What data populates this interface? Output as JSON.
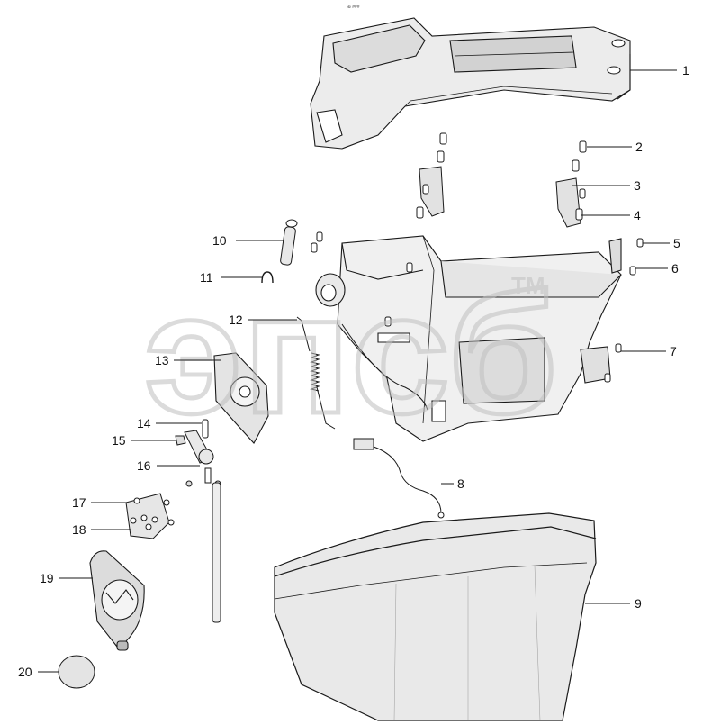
{
  "header_mark": "№ ###",
  "watermark": {
    "text": "эпсб",
    "tm": "TM"
  },
  "callouts": [
    {
      "id": "1",
      "label": "1"
    },
    {
      "id": "2",
      "label": "2"
    },
    {
      "id": "3",
      "label": "3"
    },
    {
      "id": "4",
      "label": "4"
    },
    {
      "id": "5",
      "label": "5"
    },
    {
      "id": "6",
      "label": "6"
    },
    {
      "id": "7",
      "label": "7"
    },
    {
      "id": "8",
      "label": "8"
    },
    {
      "id": "9",
      "label": "9"
    },
    {
      "id": "10",
      "label": "10"
    },
    {
      "id": "11",
      "label": "11"
    },
    {
      "id": "12",
      "label": "12"
    },
    {
      "id": "13",
      "label": "13"
    },
    {
      "id": "14",
      "label": "14"
    },
    {
      "id": "15",
      "label": "15"
    },
    {
      "id": "16",
      "label": "16"
    },
    {
      "id": "17",
      "label": "17"
    },
    {
      "id": "18",
      "label": "18"
    },
    {
      "id": "19",
      "label": "19"
    },
    {
      "id": "20",
      "label": "20"
    }
  ],
  "colors": {
    "line": "#1a1a1a",
    "shade": "#e6e6e6",
    "shade_dark": "#cfcfcf",
    "watermark": "#c9c9c9"
  }
}
